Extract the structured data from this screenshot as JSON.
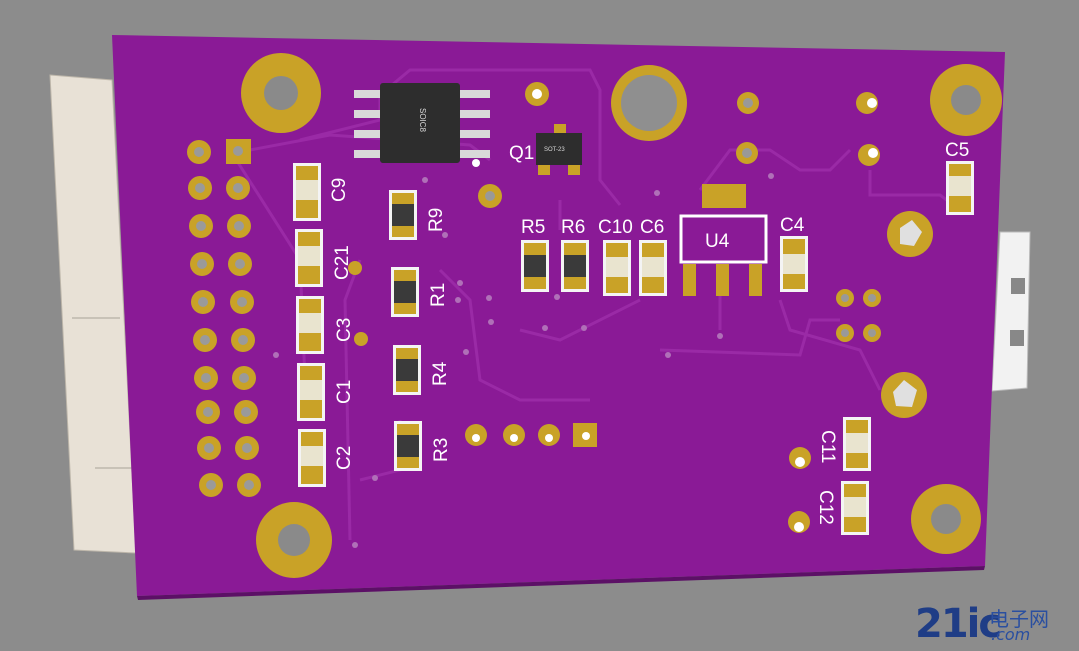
{
  "labels": {
    "c9": "C9",
    "c21": "C21",
    "c3": "C3",
    "c1": "C1",
    "c2": "C2",
    "r9": "R9",
    "r1": "R1",
    "r4": "R4",
    "r3": "R3",
    "q1": "Q1",
    "r5": "R5",
    "r6": "R6",
    "c10": "C10",
    "c6": "C6",
    "u4": "U4",
    "c4": "C4",
    "c5": "C5",
    "c11": "C11",
    "c12": "C12",
    "soic": "SOIC8",
    "sot": "SOT-23"
  },
  "watermark": {
    "number": "21ic",
    "chinese": "电子网",
    "domain": ".com"
  },
  "colors": {
    "board": "#8a1a96",
    "copper": "#c9a227",
    "pad": "#d9b85c",
    "background": "#8c8c8c"
  }
}
